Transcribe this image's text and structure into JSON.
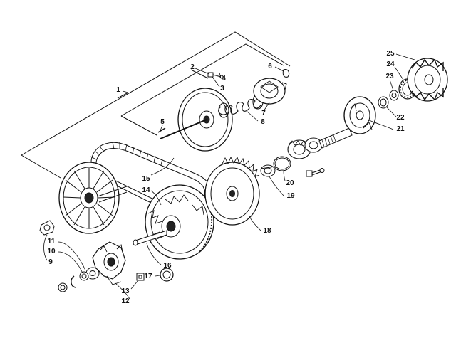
{
  "diagram": {
    "type": "exploded parts diagram",
    "callouts": [
      {
        "id": "c1",
        "text": "1"
      },
      {
        "id": "c2",
        "text": "2"
      },
      {
        "id": "c3",
        "text": "3"
      },
      {
        "id": "c4",
        "text": "4"
      },
      {
        "id": "c5",
        "text": "5"
      },
      {
        "id": "c6",
        "text": "6"
      },
      {
        "id": "c7",
        "text": "7"
      },
      {
        "id": "c8",
        "text": "8"
      },
      {
        "id": "c9",
        "text": "9"
      },
      {
        "id": "c10",
        "text": "10"
      },
      {
        "id": "c11",
        "text": "11"
      },
      {
        "id": "c12",
        "text": "12"
      },
      {
        "id": "c13",
        "text": "13"
      },
      {
        "id": "c14",
        "text": "14"
      },
      {
        "id": "c15",
        "text": "15"
      },
      {
        "id": "c16",
        "text": "16"
      },
      {
        "id": "c17",
        "text": "17"
      },
      {
        "id": "c18",
        "text": "18"
      },
      {
        "id": "c19",
        "text": "19"
      },
      {
        "id": "c20",
        "text": "20"
      },
      {
        "id": "c21",
        "text": "21"
      },
      {
        "id": "c22",
        "text": "22"
      },
      {
        "id": "c23",
        "text": "23"
      },
      {
        "id": "c24",
        "text": "24"
      },
      {
        "id": "c25",
        "text": "25"
      }
    ]
  }
}
